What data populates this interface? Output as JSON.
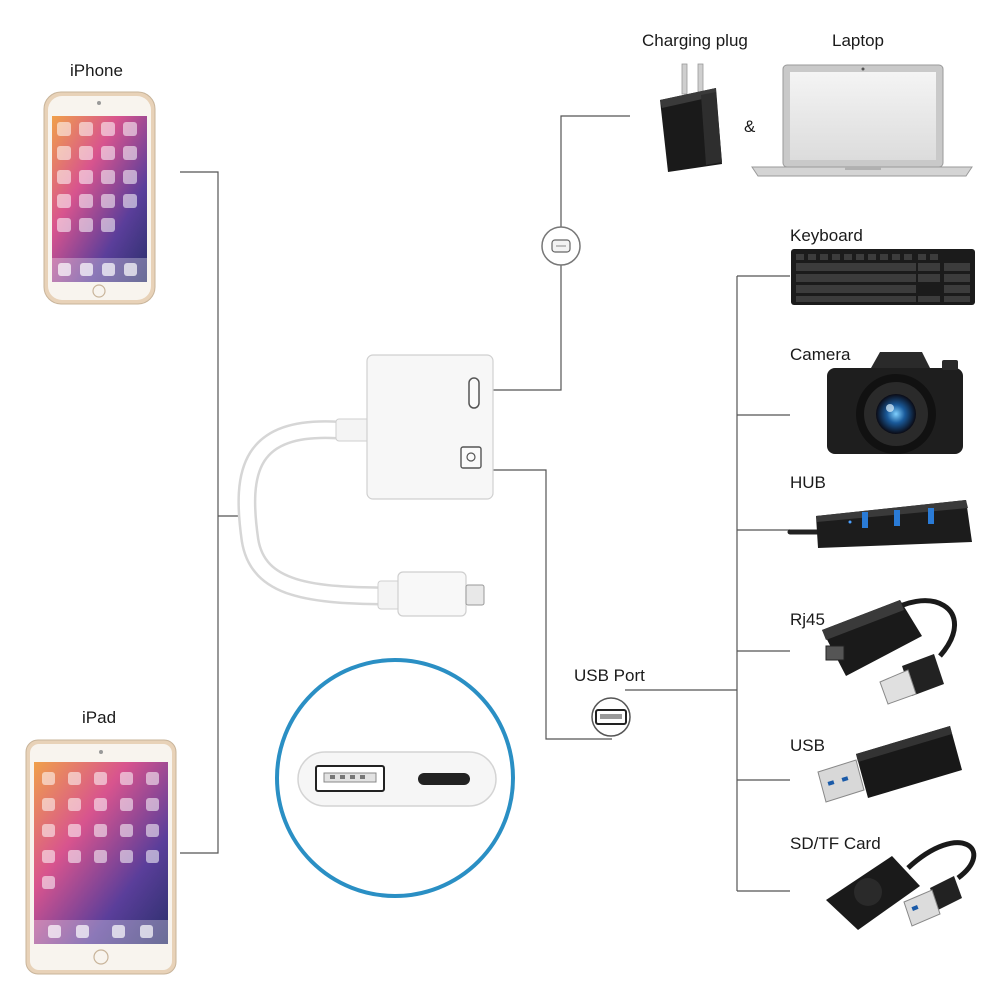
{
  "devices_left": [
    {
      "label": "iPhone"
    },
    {
      "label": "iPad"
    }
  ],
  "power": {
    "charging_plug": "Charging plug",
    "amp": "&",
    "laptop": "Laptop"
  },
  "usb_port_label": "USB Port",
  "peripherals": [
    {
      "label": "Keyboard"
    },
    {
      "label": "Camera"
    },
    {
      "label": "HUB"
    },
    {
      "label": "Rj45"
    },
    {
      "label": "USB"
    },
    {
      "label": "SD/TF Card"
    }
  ],
  "colors": {
    "line": "#555555",
    "zoom_circle": "#2a8fc4",
    "device_gold": "#e8d2b8",
    "adapter_white": "#f7f7f7"
  }
}
